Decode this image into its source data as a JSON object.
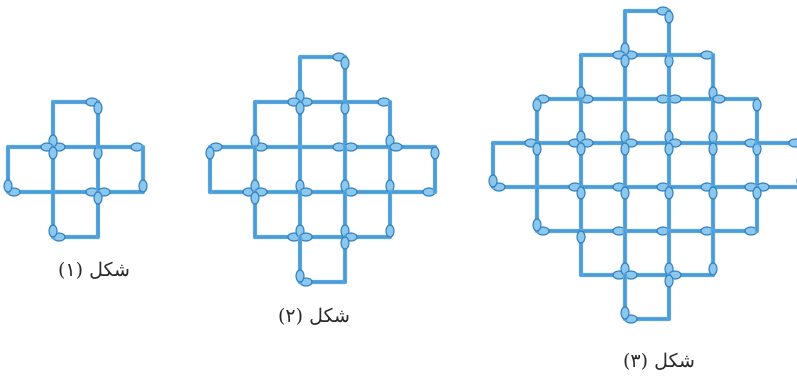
{
  "figures": [
    {
      "caption": "شكل (١)",
      "order": 1,
      "unit_squares": 5
    },
    {
      "caption": "شكل (٢)",
      "order": 2,
      "unit_squares": 13
    },
    {
      "caption": "شكل (٣)",
      "order": 3,
      "unit_squares": 25
    }
  ],
  "colors": {
    "matchstick": "#5aa6de",
    "matchstick_dark": "#2f7fbf",
    "match_head": "#8cc8ee",
    "caption_text": "#2a2a2a",
    "background": "#ffffff"
  }
}
